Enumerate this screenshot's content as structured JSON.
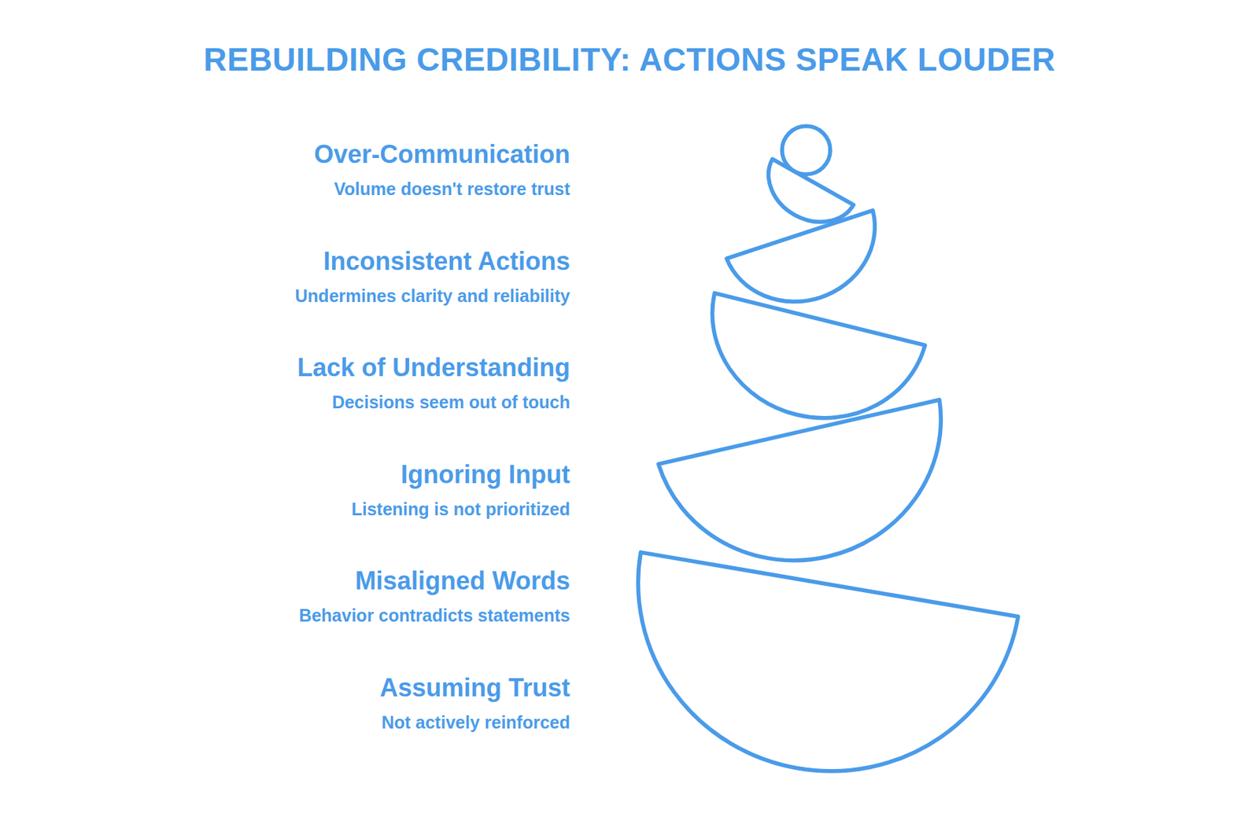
{
  "diagram": {
    "title": "REBUILDING CREDIBILITY: ACTIONS SPEAK LOUDER",
    "labels": [
      "Over-Communication",
      "Volume doesn't restore trust",
      "Inconsistent Actions",
      "Undermines clarity and reliability",
      "Lack of Understanding",
      "Decisions seem out of touch",
      "Ignoring Input",
      "Listening is not prioritized",
      "Misaligned Words",
      "Behavior contradicts statements",
      "Assuming Trust",
      "Not actively reinforced"
    ]
  }
}
